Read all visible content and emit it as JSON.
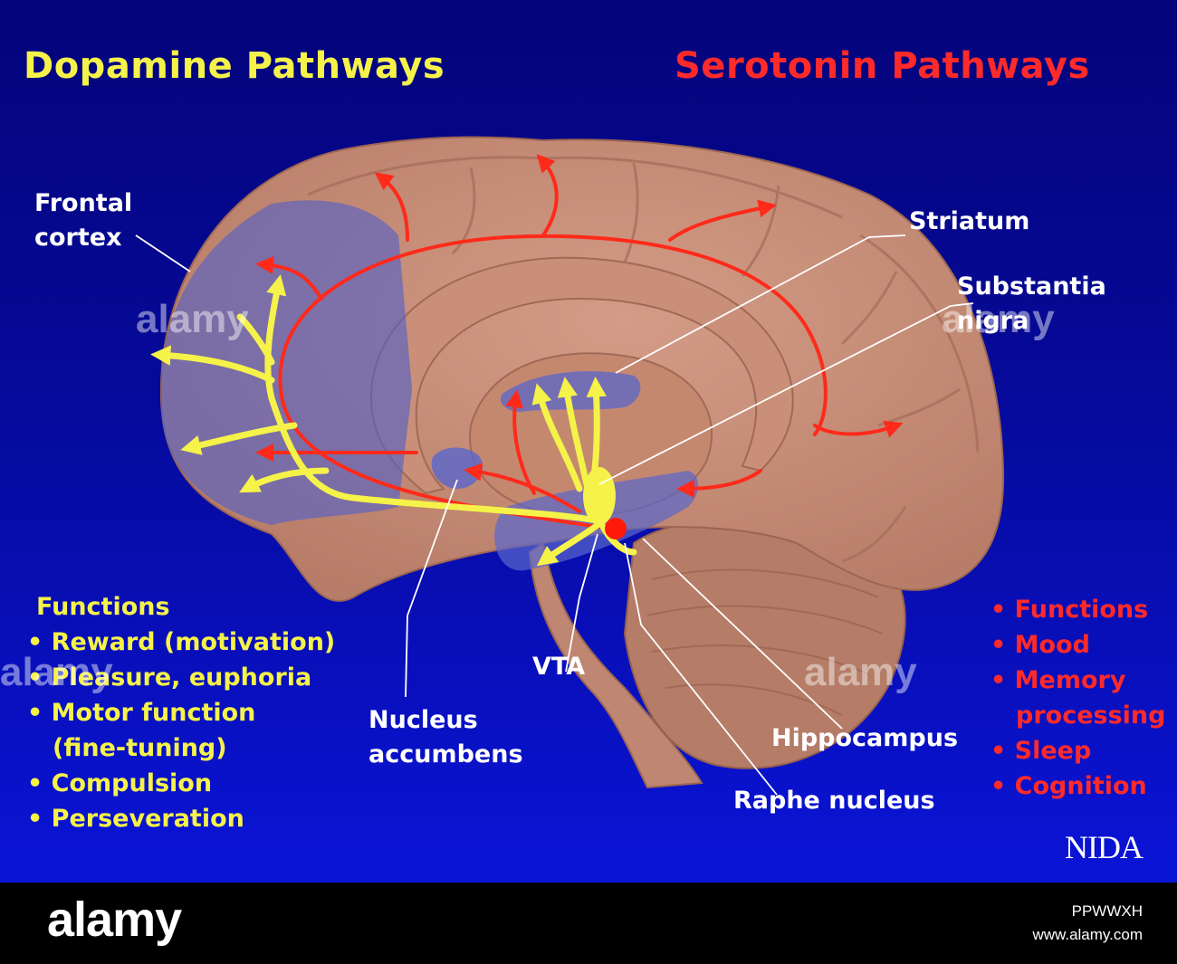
{
  "titles": {
    "dopamine": "Dopamine Pathways",
    "serotonin": "Serotonin Pathways"
  },
  "labels": {
    "frontal_cortex": [
      "Frontal",
      "cortex"
    ],
    "striatum": "Striatum",
    "substantia_nigra": [
      "Substantia",
      "nigra"
    ],
    "vta": "VTA",
    "nucleus_accumbens": [
      "Nucleus",
      "accumbens"
    ],
    "hippocampus": "Hippocampus",
    "raphe_nucleus": "Raphe nucleus"
  },
  "dopamine_functions": {
    "heading": "Functions",
    "items": [
      "Reward (motivation)",
      "Pleasure, euphoria",
      "Motor function",
      "Compulsion",
      "Perseveration"
    ],
    "sub_item": "(fine-tuning)"
  },
  "serotonin_functions": {
    "heading": "Functions",
    "items": [
      "Mood",
      "Memory",
      "Sleep",
      "Cognition"
    ],
    "sub_item": "processing"
  },
  "credit": "NIDA",
  "watermark": {
    "brand": "alamy",
    "image_id": "PPWWXH",
    "url": "www.alamy.com"
  },
  "colors": {
    "dopamine": "#f5f24a",
    "serotonin": "#ff2a2a",
    "background": "#0a10b0",
    "brain": "#c9907a"
  }
}
